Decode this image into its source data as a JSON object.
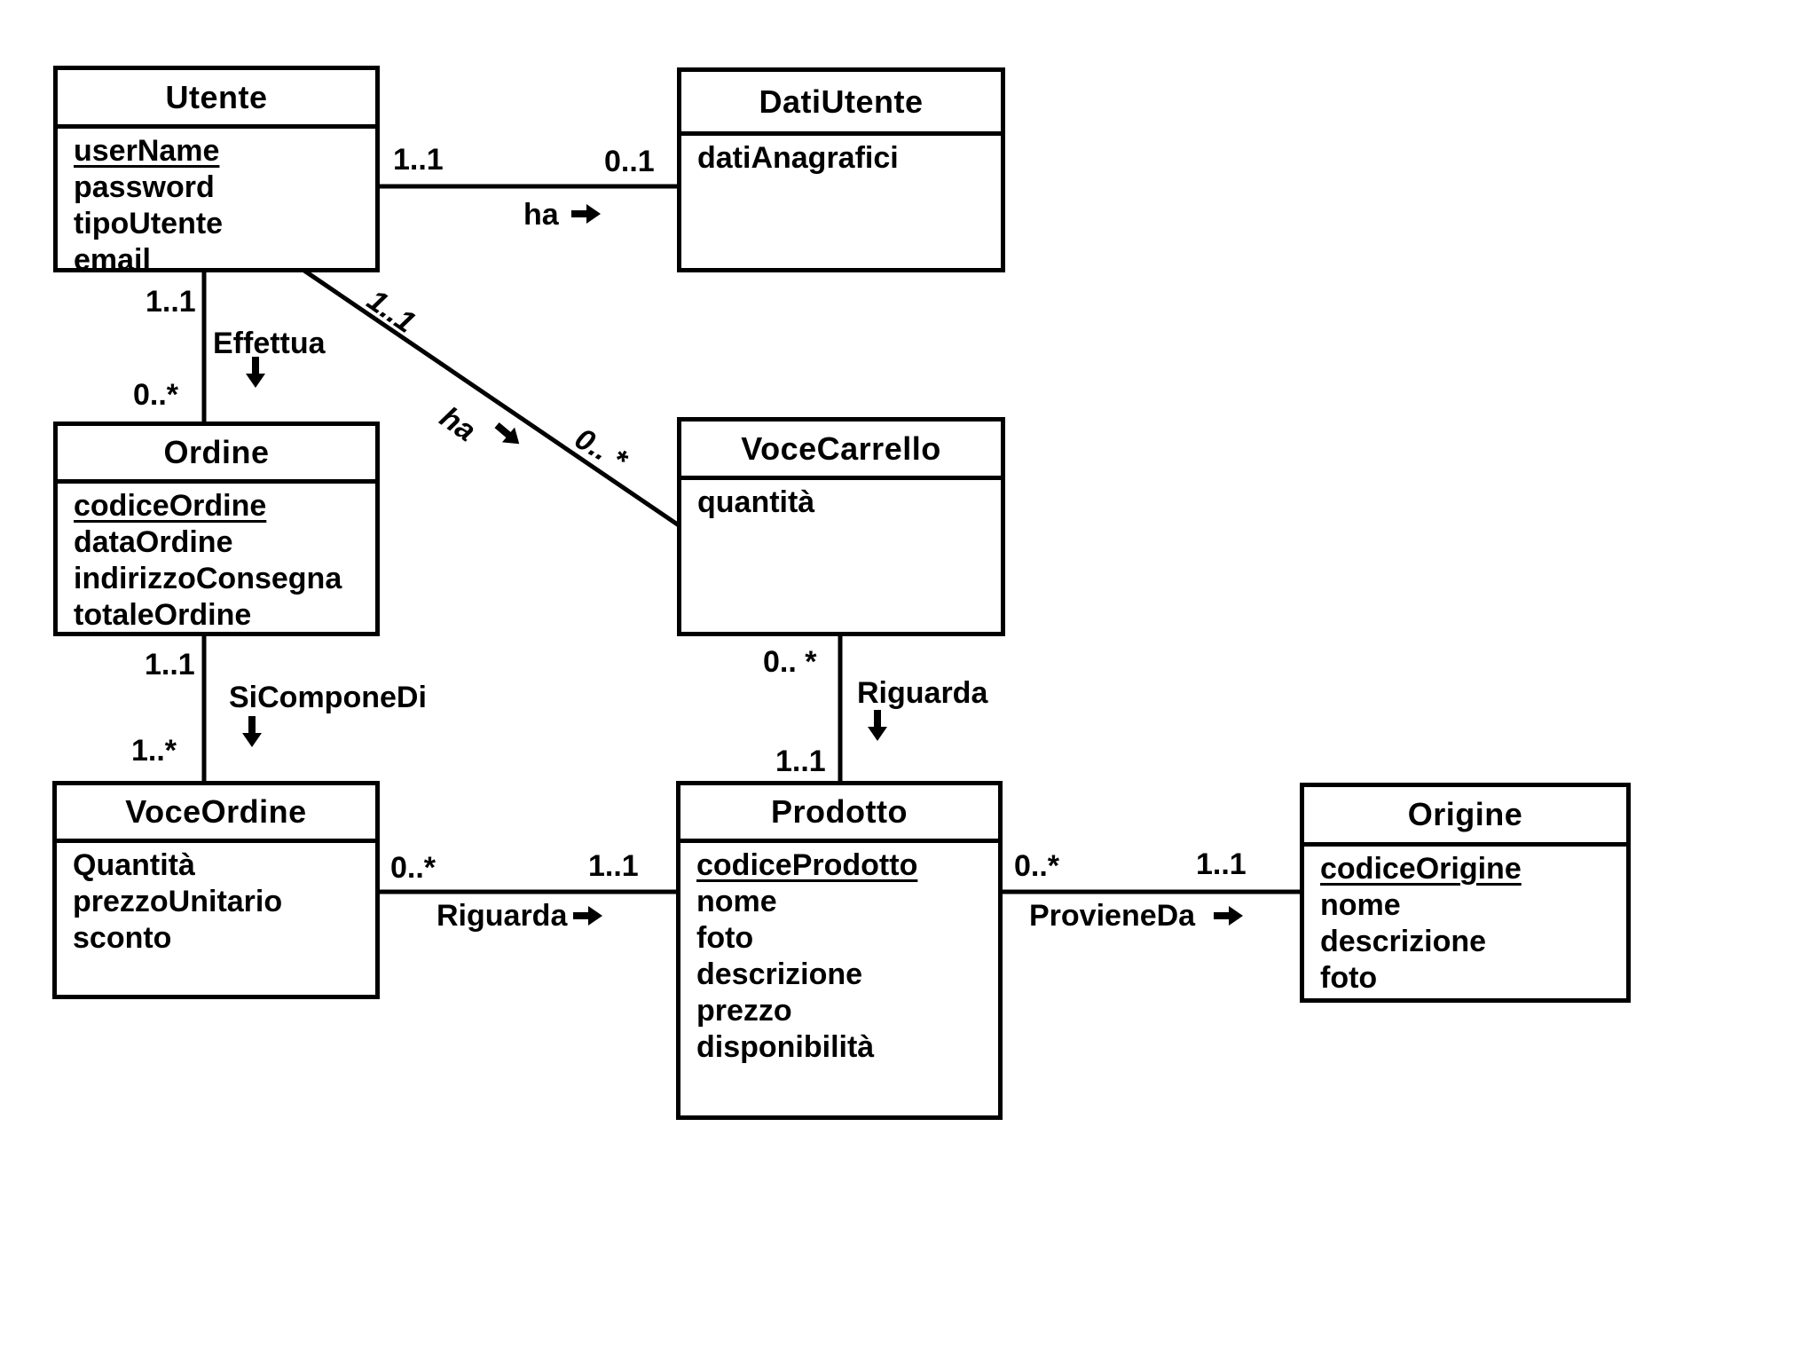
{
  "diagram": {
    "type": "uml-class-diagram",
    "background_color": "#ffffff",
    "line_color": "#000000",
    "classes": [
      {
        "title": "Utente",
        "attributes": [
          {
            "text": "userName",
            "underlined": true
          },
          {
            "text": "password",
            "underlined": false
          },
          {
            "text": "tipoUtente",
            "underlined": false
          },
          {
            "text": "email",
            "underlined": false
          }
        ]
      },
      {
        "title": "DatiUtente",
        "attributes": [
          {
            "text": "datiAnagrafici",
            "underlined": false
          }
        ]
      },
      {
        "title": "Ordine",
        "attributes": [
          {
            "text": "codiceOrdine",
            "underlined": true
          },
          {
            "text": "dataOrdine",
            "underlined": false
          },
          {
            "text": "indirizzoConsegna",
            "underlined": false
          },
          {
            "text": "totaleOrdine",
            "underlined": false
          }
        ]
      },
      {
        "title": "VoceCarrello",
        "attributes": [
          {
            "text": "quantità",
            "underlined": false
          }
        ]
      },
      {
        "title": "VoceOrdine",
        "attributes": [
          {
            "text": "Quantità",
            "underlined": false
          },
          {
            "text": "prezzoUnitario",
            "underlined": false
          },
          {
            "text": "sconto",
            "underlined": false
          }
        ]
      },
      {
        "title": "Prodotto",
        "attributes": [
          {
            "text": "codiceProdotto",
            "underlined": true
          },
          {
            "text": "nome",
            "underlined": false
          },
          {
            "text": "foto",
            "underlined": false
          },
          {
            "text": "descrizione",
            "underlined": false
          },
          {
            "text": "prezzo",
            "underlined": false
          },
          {
            "text": "disponibilità",
            "underlined": false
          }
        ]
      },
      {
        "title": "Origine",
        "attributes": [
          {
            "text": "codiceOrigine",
            "underlined": true
          },
          {
            "text": "nome",
            "underlined": false
          },
          {
            "text": "descrizione",
            "underlined": false
          },
          {
            "text": "foto",
            "underlined": false
          }
        ]
      }
    ],
    "associations": {
      "ha_datiutente": {
        "label": "ha",
        "from_class": "Utente",
        "to_class": "DatiUtente",
        "from_mult": "1..1",
        "to_mult": "0..1",
        "arrow_direction": "right"
      },
      "effettua": {
        "label": "Effettua",
        "from_class": "Utente",
        "to_class": "Ordine",
        "from_mult": "1..1",
        "to_mult": "0..*",
        "arrow_direction": "down"
      },
      "ha_vocecarrello": {
        "label": "ha",
        "from_class": "Utente",
        "to_class": "VoceCarrello",
        "from_mult": "1..1",
        "to_mult": "0.. *",
        "arrow_direction": "down-right"
      },
      "sicomponedi": {
        "label": "SiComponeDi",
        "from_class": "Ordine",
        "to_class": "VoceOrdine",
        "from_mult": "1..1",
        "to_mult": "1..*",
        "arrow_direction": "down"
      },
      "riguarda_carrello": {
        "label": "Riguarda",
        "from_class": "VoceCarrello",
        "to_class": "Prodotto",
        "from_mult": "0.. *",
        "to_mult": "1..1",
        "arrow_direction": "down"
      },
      "riguarda_ordine": {
        "label": "Riguarda",
        "from_class": "VoceOrdine",
        "to_class": "Prodotto",
        "from_mult": "0..*",
        "to_mult": "1..1",
        "arrow_direction": "right"
      },
      "provieneda": {
        "label": "ProvieneDa",
        "from_class": "Prodotto",
        "to_class": "Origine",
        "from_mult": "0..*",
        "to_mult": "1..1",
        "arrow_direction": "right"
      }
    }
  }
}
